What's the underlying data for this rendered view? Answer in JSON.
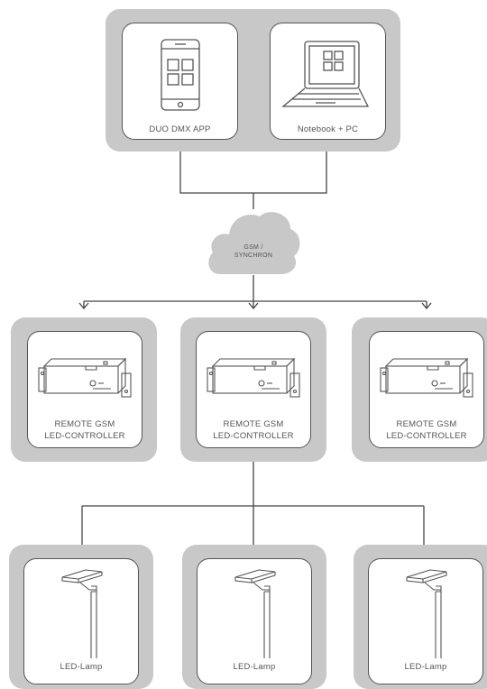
{
  "top": {
    "app_label": "DUO DMX APP",
    "pc_label": "Notebook + PC"
  },
  "cloud": {
    "line1": "GSM /",
    "line2": "SYNCHRON"
  },
  "controllers": [
    {
      "line1": "REMOTE GSM",
      "line2": "LED-CONTROLLER"
    },
    {
      "line1": "REMOTE GSM",
      "line2": "LED-CONTROLLER"
    },
    {
      "line1": "REMOTE GSM",
      "line2": "LED-CONTROLLER"
    }
  ],
  "lamps": [
    {
      "label": "LED-Lamp"
    },
    {
      "label": "LED-Lamp"
    },
    {
      "label": "LED-Lamp"
    }
  ]
}
